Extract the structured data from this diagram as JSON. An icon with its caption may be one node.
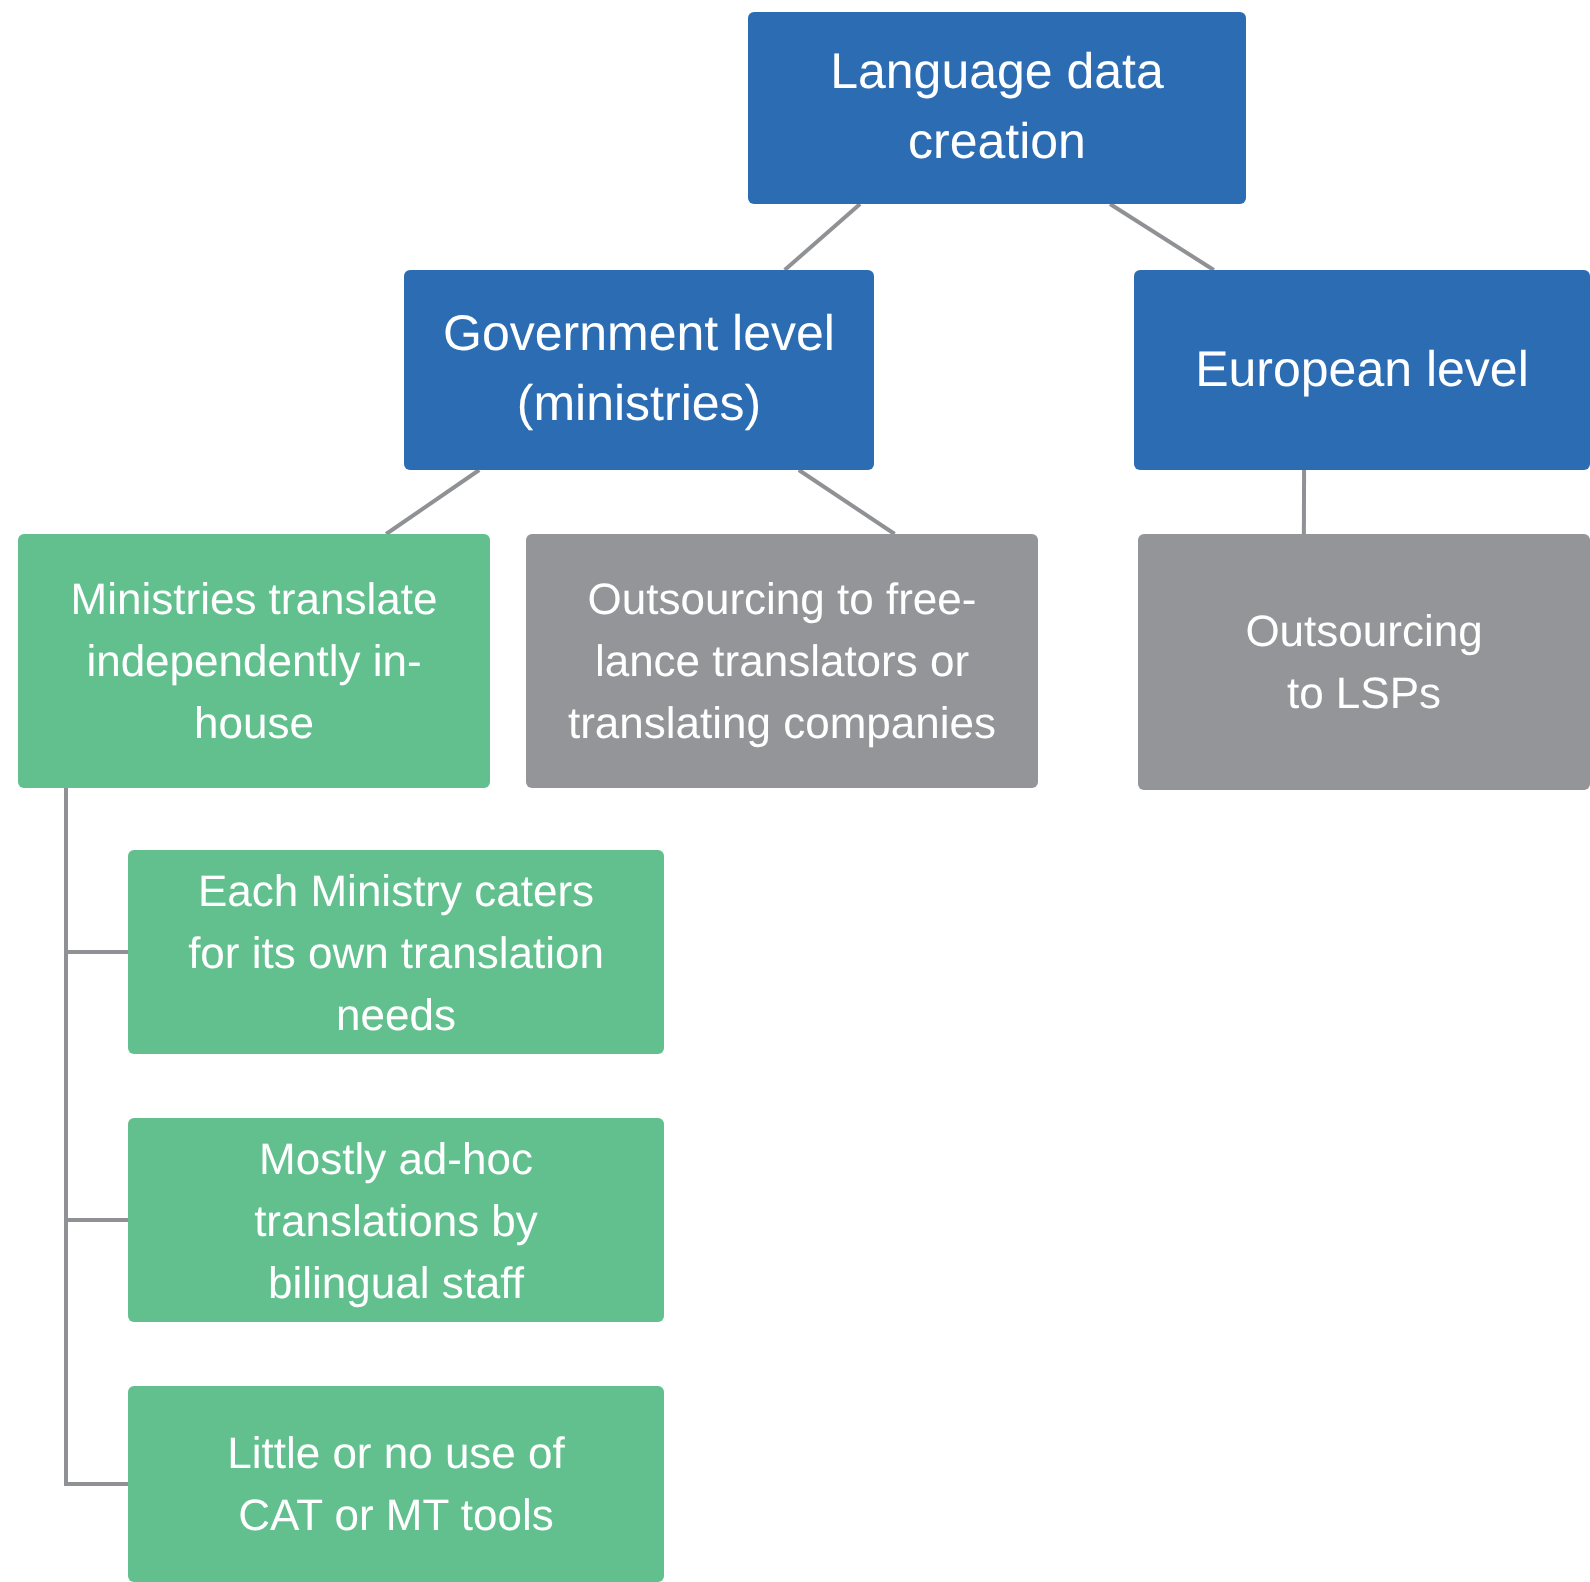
{
  "diagram": {
    "nodes": [
      {
        "text": [
          "Language data creation"
        ]
      },
      {
        "text": [
          "Government level (ministries)"
        ]
      },
      {
        "text": [
          "European level"
        ]
      },
      {
        "text": [
          "Ministries translate independently in-house"
        ]
      },
      {
        "text": [
          "Outsourcing to free-lance translators or translating companies"
        ]
      },
      {
        "text": [
          "Outsourcing to LSPs"
        ]
      },
      {
        "text": [
          "Each Ministry caters for its own translation needs"
        ]
      },
      {
        "text": [
          "Mostly ad-hoc translations by bilingual staff"
        ]
      },
      {
        "text": [
          "Little or no use of CAT or MT tools"
        ]
      }
    ],
    "edges": [
      {
        "from": 0,
        "to": 1,
        "arrow": "none"
      },
      {
        "from": 0,
        "to": 2,
        "arrow": "none"
      },
      {
        "from": 1,
        "to": 3,
        "arrow": "none"
      },
      {
        "from": 1,
        "to": 4,
        "arrow": "none"
      },
      {
        "from": 2,
        "to": 5,
        "arrow": "none"
      },
      {
        "from": 3,
        "to": 6,
        "arrow": "none"
      },
      {
        "from": 3,
        "to": 7,
        "arrow": "none"
      },
      {
        "from": 3,
        "to": 8,
        "arrow": "none"
      }
    ]
  }
}
